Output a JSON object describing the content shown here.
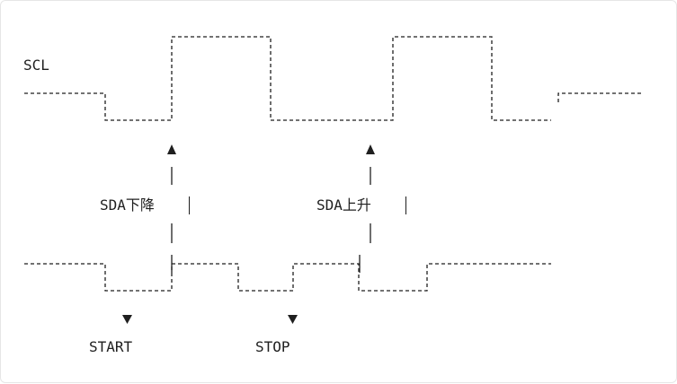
{
  "diagram": {
    "scl_label": "SCL",
    "sda_fall_label": "SDA下降",
    "sda_rise_label": "SDA上升",
    "start_label": "START",
    "stop_label": "STOP"
  }
}
